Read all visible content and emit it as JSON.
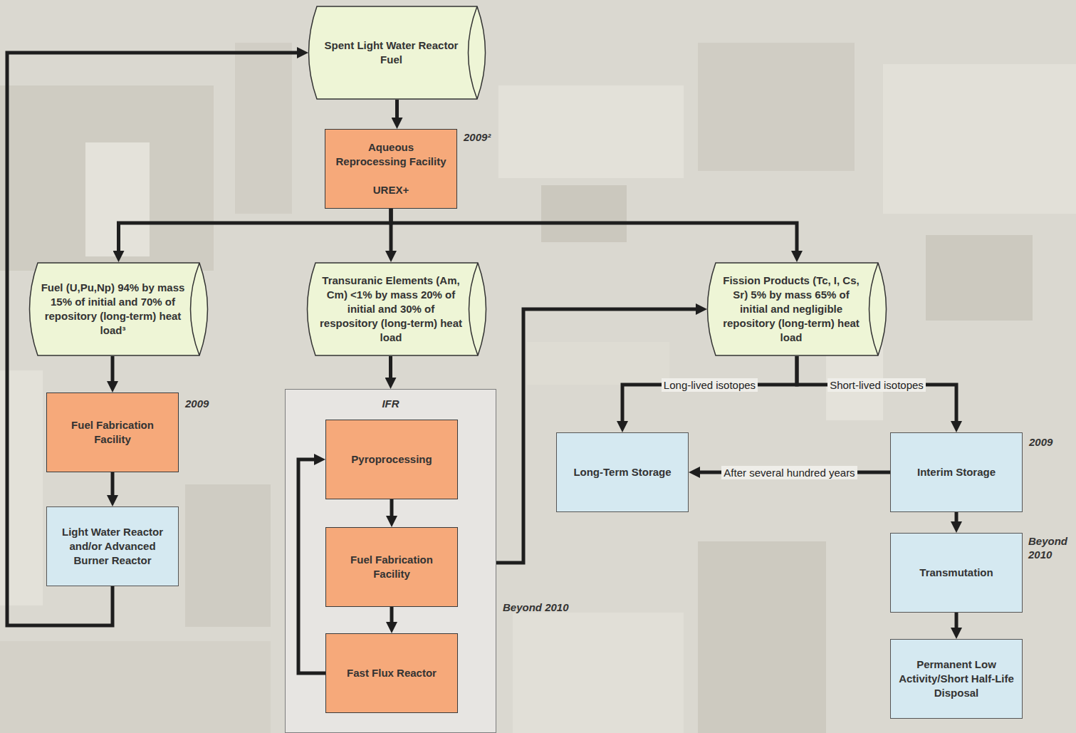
{
  "diagram": {
    "nodes": [
      {
        "text": [
          "Spent Light Water Reactor Fuel"
        ]
      },
      {
        "text": [
          "Aqueous Reprocessing Facility",
          "UREX+"
        ]
      },
      {
        "text": [
          "Fuel (U,Pu,Np) 94% by mass 15% of initial and 70% of repository (long-term) heat load³"
        ]
      },
      {
        "text": [
          "Transuranic Elements (Am, Cm) <1% by mass 20% of initial and 30% of respository (long-term) heat load"
        ]
      },
      {
        "text": [
          "Fission Products (Tc, I, Cs, Sr) 5% by mass 65% of initial and negligible repository (long-term) heat load"
        ]
      },
      {
        "text": [
          "Fuel Fabrication Facility"
        ]
      },
      {
        "text": [
          "Light Water Reactor and/or Advanced Burner Reactor"
        ]
      },
      {
        "text": [
          "IFR"
        ]
      },
      {
        "text": [
          "Pyroprocessing"
        ],
        "in": 7
      },
      {
        "text": [
          "Fuel Fabrication Facility"
        ],
        "in": 7
      },
      {
        "text": [
          "Fast Flux Reactor"
        ],
        "in": 7
      },
      {
        "text": [
          "Long-Term Storage"
        ]
      },
      {
        "text": [
          "Interim Storage"
        ]
      },
      {
        "text": [
          "Transmutation"
        ]
      },
      {
        "text": [
          "Permanent Low Activity/Short Half-Life Disposal"
        ]
      }
    ],
    "edges": [
      {
        "from": 0,
        "to": 1,
        "arrow": "to"
      },
      {
        "from": 1,
        "to": 2,
        "arrow": "to"
      },
      {
        "from": 1,
        "to": 3,
        "arrow": "to"
      },
      {
        "from": 1,
        "to": 4,
        "arrow": "to"
      },
      {
        "from": 2,
        "to": 5,
        "arrow": "to"
      },
      {
        "from": 5,
        "to": 6,
        "arrow": "to"
      },
      {
        "from": 6,
        "to": 0,
        "arrow": "to"
      },
      {
        "from": 3,
        "to": 7,
        "arrow": "to"
      },
      {
        "from": 8,
        "to": 9,
        "arrow": "to"
      },
      {
        "from": 9,
        "to": 10,
        "arrow": "to"
      },
      {
        "from": 10,
        "to": 8,
        "arrow": "to"
      },
      {
        "from": 7,
        "to": 4,
        "arrow": "to"
      },
      {
        "from": 4,
        "to": 11,
        "label": "Long-lived isotopes",
        "arrow": "to"
      },
      {
        "from": 4,
        "to": 12,
        "label": "Short-lived isotopes",
        "arrow": "to"
      },
      {
        "from": 12,
        "to": 11,
        "label": "After several hundred years",
        "arrow": "to"
      },
      {
        "from": 12,
        "to": 13,
        "arrow": "to"
      },
      {
        "from": 13,
        "to": 14,
        "arrow": "to"
      }
    ],
    "labels": [
      "2009²",
      "2009",
      "2009",
      "Beyond 2010",
      "Beyond 2010"
    ]
  }
}
